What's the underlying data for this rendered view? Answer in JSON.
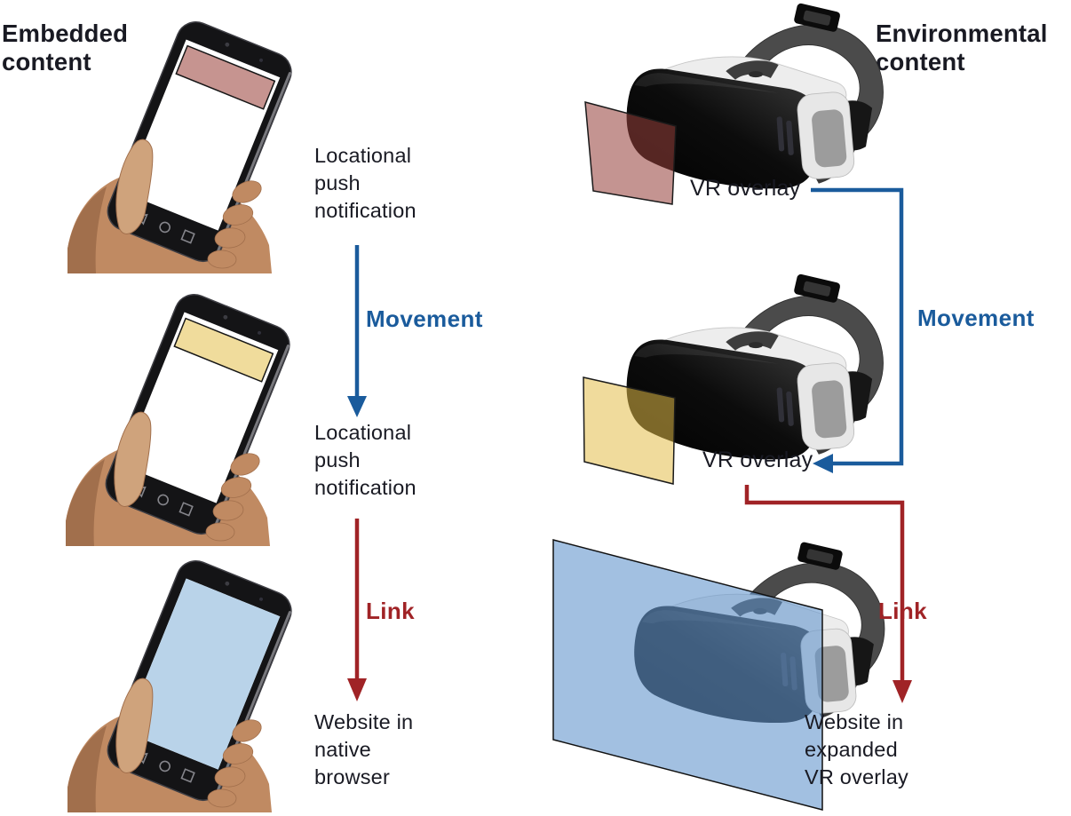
{
  "palette": {
    "text": "#191a23",
    "blue": "#1a5b9c",
    "red": "#a02326",
    "banner_pink": "#c69490",
    "banner_yellow": "#f0dc9c",
    "screen_blue": "#b9d3e9",
    "panel_pink": "rgba(150,65,58,0.56)",
    "panel_yellow": "rgba(227,188,72,0.54)",
    "panel_blue": "rgba(100,150,205,0.6)",
    "skin_base": "#c08a62",
    "skin_shadow": "#a16f4c",
    "skin_light": "#cfa37c"
  },
  "left": {
    "title_lines": [
      "Embedded",
      "content"
    ],
    "captions": [
      {
        "lines": [
          "Locational",
          "push",
          "notification"
        ]
      },
      {
        "lines": [
          "Locational",
          "push",
          "notification"
        ]
      },
      {
        "lines": [
          "Website in",
          "native",
          "browser"
        ]
      }
    ],
    "arrows": [
      {
        "label": "Movement"
      },
      {
        "label": "Link"
      }
    ]
  },
  "right": {
    "title_lines": [
      "Environmental",
      "content"
    ],
    "overlay_labels": [
      "VR overlay",
      "VR overlay"
    ],
    "caption": {
      "lines": [
        "Website in",
        "expanded",
        "VR overlay"
      ]
    },
    "arrows": [
      {
        "label": "Movement"
      },
      {
        "label": "Link"
      }
    ]
  }
}
